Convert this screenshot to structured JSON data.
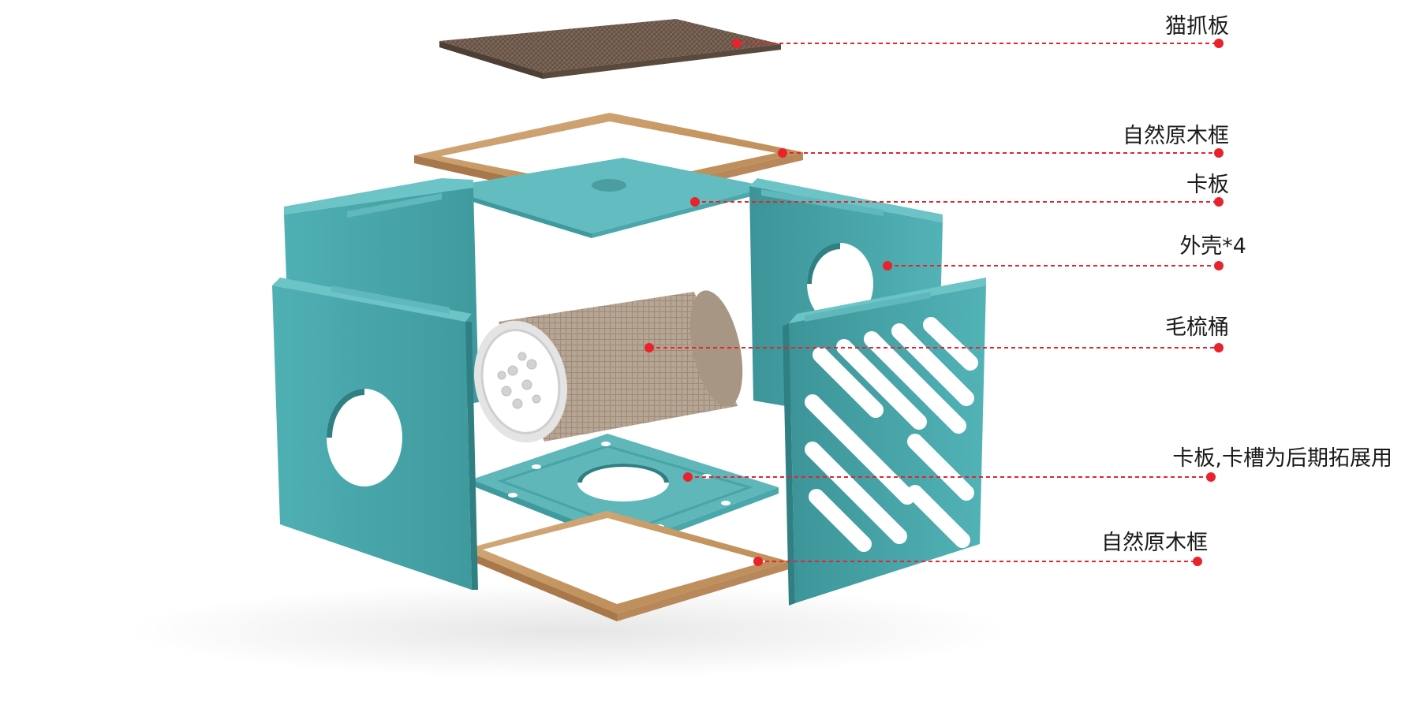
{
  "diagram": {
    "labels": [
      {
        "key": "scratch-board",
        "text": "猫抓板"
      },
      {
        "key": "top-wood-frame",
        "text": "自然原木框"
      },
      {
        "key": "top-card-board",
        "text": "卡板"
      },
      {
        "key": "outer-shell",
        "text": "外壳*4"
      },
      {
        "key": "comb-barrel",
        "text": "毛梳桶"
      },
      {
        "key": "bottom-card-board",
        "text": "卡板,卡槽为后期拓展用"
      },
      {
        "key": "bottom-wood-frame",
        "text": "自然原木框"
      }
    ]
  },
  "colors": {
    "leader": "#e8232b",
    "teal": "#4aa8ac",
    "teal_dark": "#3b8f93",
    "teal_light": "#6cc4c6",
    "wood": "#c89a6a",
    "wood_dark": "#a87a4e",
    "scratch": "#6e5a4c",
    "fabric": "#b9a896"
  }
}
